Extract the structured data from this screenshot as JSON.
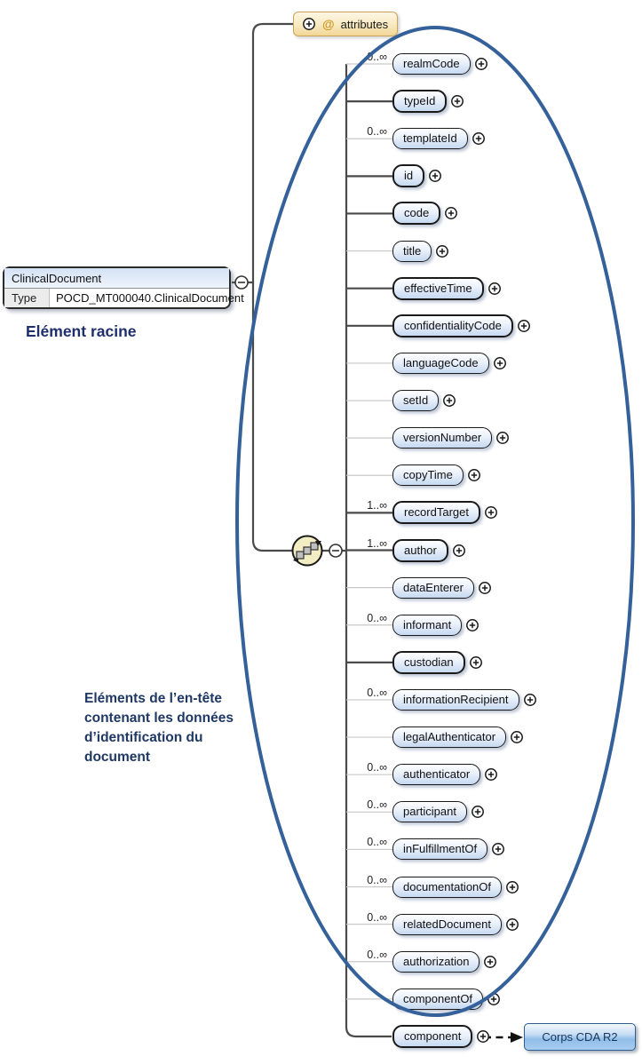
{
  "diagram": {
    "attributes_box": {
      "at_symbol": "@",
      "label": "attributes"
    },
    "root_element": {
      "name": "ClinicalDocument",
      "type_label": "Type",
      "type_value": "POCD_MT000040.ClinicalDocument"
    },
    "annotations": {
      "root_label": "Elément racine",
      "header_note": "Eléments de l’en-tête\ncontenant les données\nd’identification du\ndocument"
    },
    "elements": [
      {
        "name": "realmCode",
        "cardinality": "0..∞",
        "required": false
      },
      {
        "name": "typeId",
        "cardinality": "",
        "required": true
      },
      {
        "name": "templateId",
        "cardinality": "0..∞",
        "required": false
      },
      {
        "name": "id",
        "cardinality": "",
        "required": true
      },
      {
        "name": "code",
        "cardinality": "",
        "required": true
      },
      {
        "name": "title",
        "cardinality": "",
        "required": false
      },
      {
        "name": "effectiveTime",
        "cardinality": "",
        "required": true
      },
      {
        "name": "confidentialityCode",
        "cardinality": "",
        "required": true
      },
      {
        "name": "languageCode",
        "cardinality": "",
        "required": false
      },
      {
        "name": "setId",
        "cardinality": "",
        "required": false
      },
      {
        "name": "versionNumber",
        "cardinality": "",
        "required": false
      },
      {
        "name": "copyTime",
        "cardinality": "",
        "required": false
      },
      {
        "name": "recordTarget",
        "cardinality": "1..∞",
        "required": true
      },
      {
        "name": "author",
        "cardinality": "1..∞",
        "required": true
      },
      {
        "name": "dataEnterer",
        "cardinality": "",
        "required": false
      },
      {
        "name": "informant",
        "cardinality": "0..∞",
        "required": false
      },
      {
        "name": "custodian",
        "cardinality": "",
        "required": true
      },
      {
        "name": "informationRecipient",
        "cardinality": "0..∞",
        "required": false
      },
      {
        "name": "legalAuthenticator",
        "cardinality": "",
        "required": false
      },
      {
        "name": "authenticator",
        "cardinality": "0..∞",
        "required": false
      },
      {
        "name": "participant",
        "cardinality": "0..∞",
        "required": false
      },
      {
        "name": "inFulfillmentOf",
        "cardinality": "0..∞",
        "required": false
      },
      {
        "name": "documentationOf",
        "cardinality": "0..∞",
        "required": false
      },
      {
        "name": "relatedDocument",
        "cardinality": "0..∞",
        "required": false
      },
      {
        "name": "authorization",
        "cardinality": "0..∞",
        "required": false
      },
      {
        "name": "componentOf",
        "cardinality": "",
        "required": false
      },
      {
        "name": "component",
        "cardinality": "",
        "required": true
      }
    ],
    "body_box": {
      "label": "Corps CDA R2"
    },
    "colors": {
      "ellipse_stroke": "#35619a",
      "attributes_fill": "#f2d795",
      "attributes_border": "#c9a45c",
      "element_fill": "#c6d9f1",
      "body_box_fill": "#8fbde9",
      "body_box_border": "#2e5d8e",
      "annotation_text": "#1f3864",
      "connector": "#4a4a4a",
      "sequence_icon_fill": "#f2edc2"
    }
  }
}
